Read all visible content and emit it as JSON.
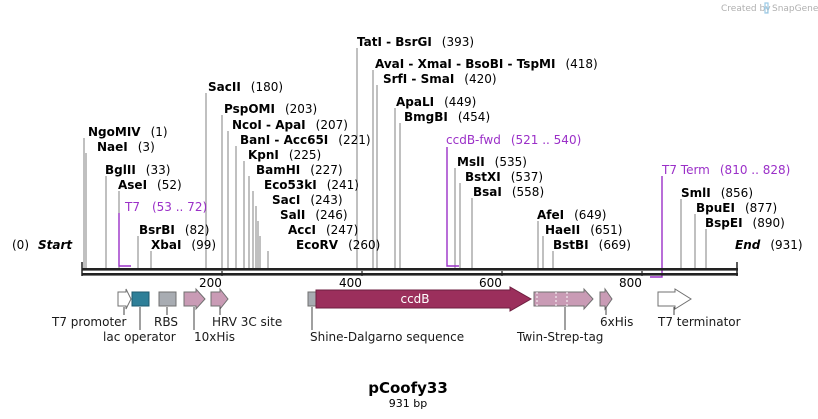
{
  "title": "pCoofy33",
  "length_label": "931 bp",
  "credit": {
    "prefix": "Created by",
    "brand": "SnapGene"
  },
  "ends": {
    "start": {
      "pos": "(0)",
      "word": "Start"
    },
    "end": {
      "word": "End",
      "pos": "(931)"
    }
  },
  "ruler_ticks": [
    "200",
    "400",
    "600",
    "800"
  ],
  "sites": [
    {
      "name": "NgoMIV",
      "pos": "(1)"
    },
    {
      "name": "NaeI",
      "pos": "(3)"
    },
    {
      "name": "BglII",
      "pos": "(33)"
    },
    {
      "name": "AseI",
      "pos": "(52)"
    },
    {
      "name": "BsrBI",
      "pos": "(82)"
    },
    {
      "name": "XbaI",
      "pos": "(99)"
    },
    {
      "name": "SacII",
      "pos": "(180)"
    },
    {
      "name": "PspOMI",
      "pos": "(203)"
    },
    {
      "name": "NcoI - ApaI",
      "pos": "(207)"
    },
    {
      "name": "BanI - Acc65I",
      "pos": "(221)"
    },
    {
      "name": "KpnI",
      "pos": "(225)"
    },
    {
      "name": "BamHI",
      "pos": "(227)"
    },
    {
      "name": "Eco53kI",
      "pos": "(241)"
    },
    {
      "name": "SacI",
      "pos": "(243)"
    },
    {
      "name": "SalI",
      "pos": "(246)"
    },
    {
      "name": "AccI",
      "pos": "(247)"
    },
    {
      "name": "EcoRV",
      "pos": "(260)"
    },
    {
      "name": "TatI - BsrGI",
      "pos": "(393)"
    },
    {
      "name": "AvaI - XmaI - BsoBI - TspMI",
      "pos": "(418)"
    },
    {
      "name": "SrfI - SmaI",
      "pos": "(420)"
    },
    {
      "name": "ApaLI",
      "pos": "(449)"
    },
    {
      "name": "BmgBI",
      "pos": "(454)"
    },
    {
      "name": "MslI",
      "pos": "(535)"
    },
    {
      "name": "BstXI",
      "pos": "(537)"
    },
    {
      "name": "BsaI",
      "pos": "(558)"
    },
    {
      "name": "AfeI",
      "pos": "(649)"
    },
    {
      "name": "HaeII",
      "pos": "(651)"
    },
    {
      "name": "BstBI",
      "pos": "(669)"
    },
    {
      "name": "SmlI",
      "pos": "(856)"
    },
    {
      "name": "BpuEI",
      "pos": "(877)"
    },
    {
      "name": "BspEI",
      "pos": "(890)"
    }
  ],
  "primers": [
    {
      "name": "T7",
      "range": "(53 .. 72)"
    },
    {
      "name": "ccdB-fwd",
      "range": "(521 .. 540)"
    },
    {
      "name": "T7 Term",
      "range": "(810 .. 828)"
    }
  ],
  "features": [
    {
      "label": "T7 promoter",
      "shape": "arrow",
      "color": "#ffffff"
    },
    {
      "label": "lac operator",
      "shape": "box",
      "color": "#2e7f98"
    },
    {
      "label": "RBS",
      "shape": "box",
      "color": "#a8acb2"
    },
    {
      "label": "10xHis",
      "shape": "arrow",
      "color": "#c99bb5"
    },
    {
      "label": "HRV 3C site",
      "shape": "arrow",
      "color": "#c99bb5"
    },
    {
      "label": "Shine-Dalgarno sequence",
      "shape": "box",
      "color": "#a8acb2"
    },
    {
      "label": "ccdB",
      "shape": "arrow",
      "color": "#9b2f5c"
    },
    {
      "label": "Twin-Strep-tag",
      "shape": "arrow",
      "color": "#c99bb5"
    },
    {
      "label": "6xHis",
      "shape": "arrow",
      "color": "#c99bb5"
    },
    {
      "label": "T7 terminator",
      "shape": "arrow",
      "color": "#ffffff"
    }
  ],
  "colors": {
    "backbone": "#222222",
    "primer": "#9b30c8",
    "site_line": "#808080"
  }
}
